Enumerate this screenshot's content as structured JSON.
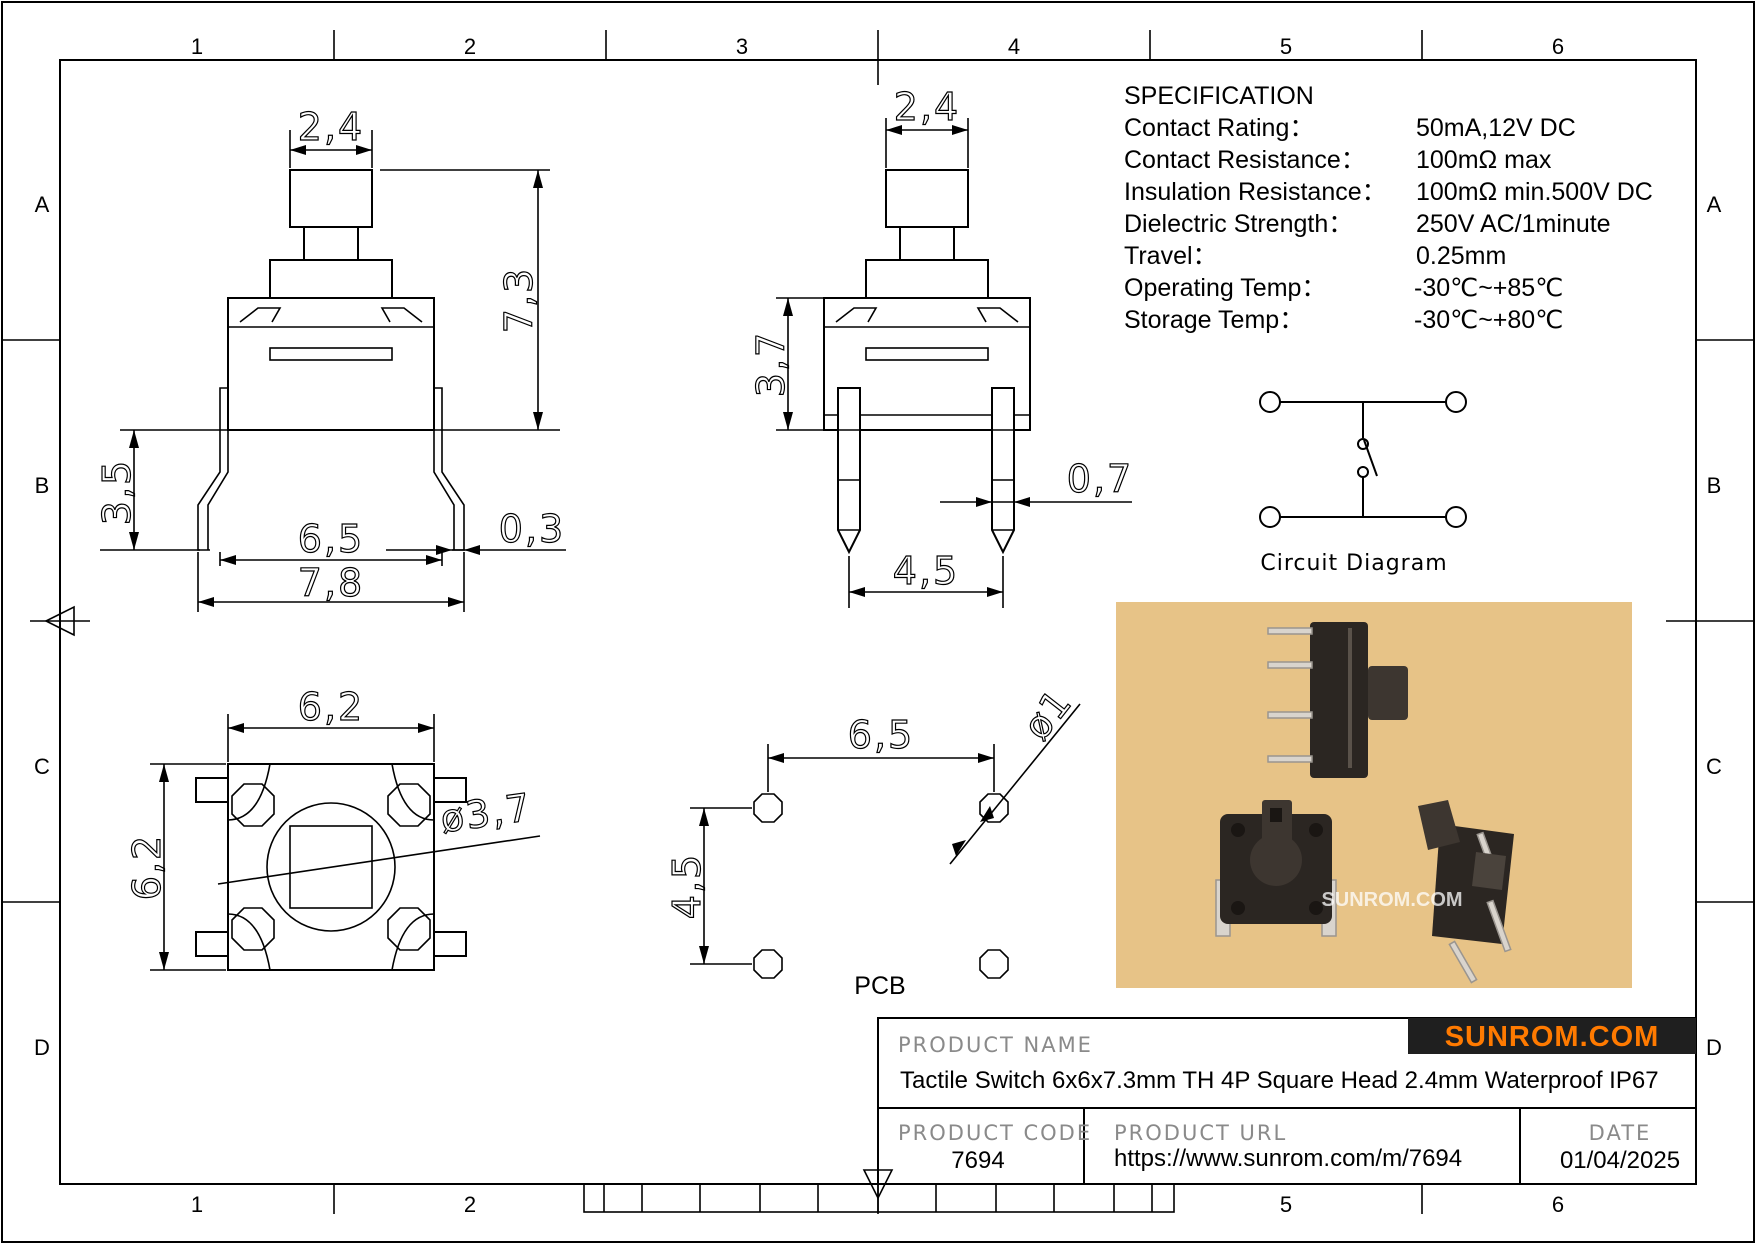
{
  "frame": {
    "zone_columns": [
      "1",
      "2",
      "3",
      "4",
      "5",
      "6"
    ],
    "zone_rows": [
      "A",
      "B",
      "C",
      "D"
    ]
  },
  "dimensions": {
    "front_view": {
      "cap_width": "2,4",
      "height_total": "7,3",
      "leg_height": "3,5",
      "pin_span_inner": "6,5",
      "pin_span_outer": "7,8",
      "pin_thickness": "0,3"
    },
    "side_view": {
      "cap_width": "2,4",
      "body_height": "3,7",
      "pin_width": "0,7",
      "pin_spacing": "4,5"
    },
    "top_view": {
      "width": "6,2",
      "depth": "6,2",
      "actuator_diameter": "ø3,7"
    },
    "pcb_layout": {
      "hole_spacing_x": "6,5",
      "hole_spacing_y": "4,5",
      "hole_diameter": "ø1",
      "label": "PCB"
    }
  },
  "specification": {
    "title": "SPECIFICATION",
    "rows": [
      {
        "label": "Contact  Rating：",
        "value": "50mA,12V DC"
      },
      {
        "label": "Contact  Resistance：",
        "value": "100mΩ max"
      },
      {
        "label": "Insulation Resistance：",
        "value": "100mΩ min.500V DC"
      },
      {
        "label": "Dielectric  Strength：",
        "value": "250V AC/1minute"
      },
      {
        "label": "Travel：",
        "value": "0.25mm"
      },
      {
        "label": "Operating Temp：",
        "value": "-30℃~+85℃"
      },
      {
        "label": "Storage Temp：",
        "value": "-30℃~+80℃"
      }
    ]
  },
  "circuit": {
    "caption": "Circuit  Diagram"
  },
  "photo": {
    "watermark": "SUNROM.COM",
    "colors": {
      "background": "#e7c387",
      "switch": "#2b2622",
      "pins": "#d9d4cd"
    }
  },
  "title_block": {
    "logo_text": "SUNROM.COM",
    "logo_colors": {
      "background": "#1f1f1f",
      "text": "#ff7a00"
    },
    "product_name_label": "PRODUCT NAME",
    "product_name": "Tactile Switch 6x6x7.3mm TH 4P Square Head 2.4mm Waterproof IP67",
    "product_code_label": "PRODUCT CODE",
    "product_code": "7694",
    "product_url_label": "PRODUCT URL",
    "product_url": "https://www.sunrom.com/m/7694",
    "date_label": "DATE",
    "date": "01/04/2025"
  }
}
